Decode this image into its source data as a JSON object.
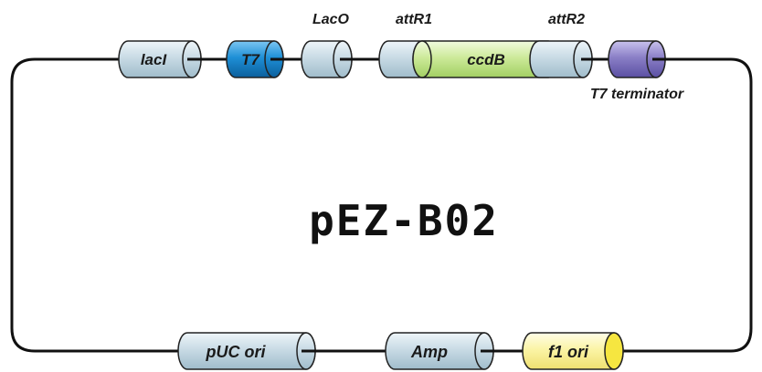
{
  "plasmid": {
    "name": "pEZ-B02"
  },
  "features": {
    "lacI": {
      "label": "lacI",
      "color": "#c9dbe5"
    },
    "t7": {
      "label": "T7",
      "color": "#1e8fd6"
    },
    "laco": {
      "label": "LacO",
      "color": "#c9dbe5"
    },
    "attr1": {
      "label": "attR1",
      "color": "#c9dbe5"
    },
    "ccdb": {
      "label": "ccdB",
      "color": "#cdea9a"
    },
    "attr2": {
      "label": "attR2",
      "color": "#c9dbe5"
    },
    "t7term": {
      "label": "T7 terminator",
      "color": "#8a7fc6"
    },
    "puc": {
      "label": "pUC ori",
      "color": "#c9dbe5"
    },
    "amp": {
      "label": "Amp",
      "color": "#c9dbe5"
    },
    "f1": {
      "label": "f1 ori",
      "color": "#fbf4a6"
    }
  },
  "colors": {
    "backbone": "#111111",
    "outline": "#222222"
  }
}
